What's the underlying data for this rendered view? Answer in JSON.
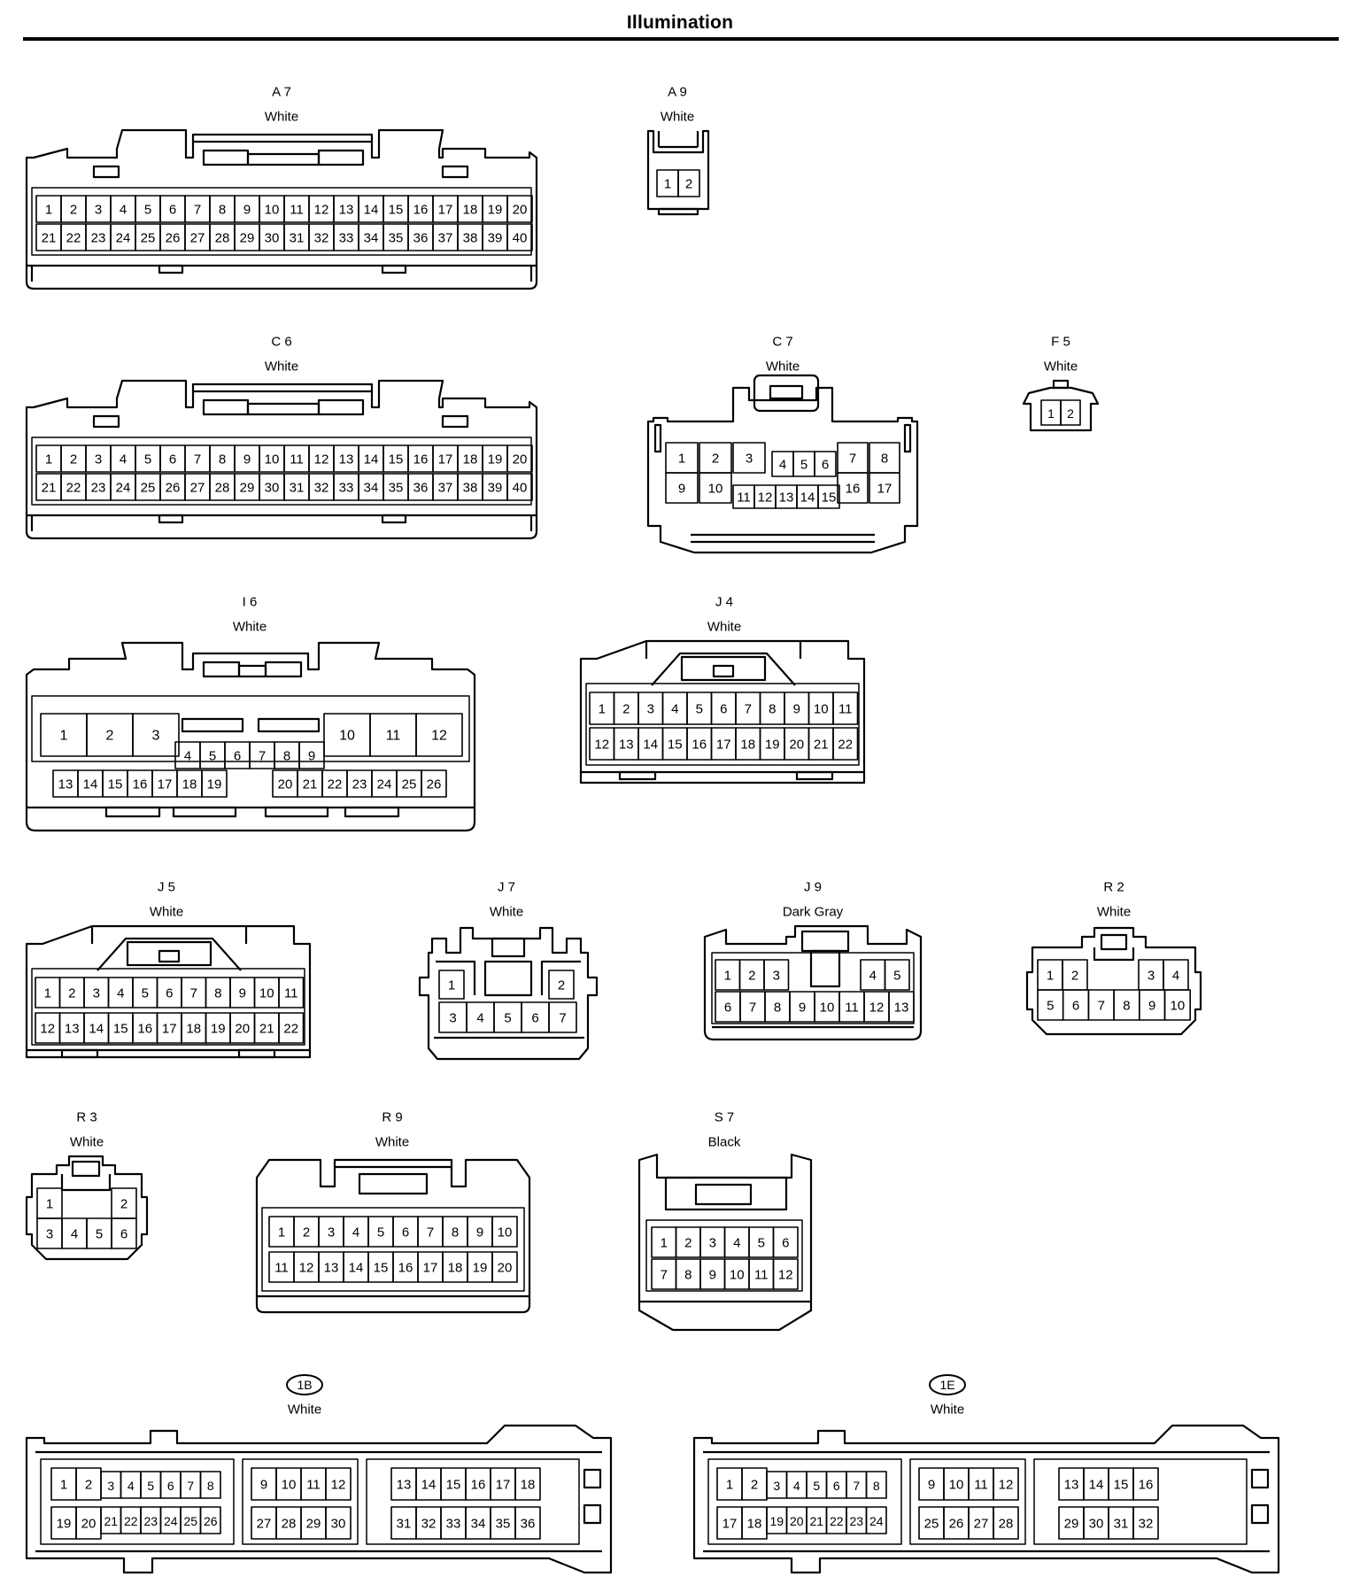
{
  "title": "Illumination",
  "connectors": [
    {
      "id": "A7",
      "label": "A 7",
      "color": "White",
      "rows": [
        [
          "1",
          "2",
          "3",
          "4",
          "5",
          "6",
          "7",
          "8",
          "9",
          "10",
          "11",
          "12",
          "13",
          "14",
          "15",
          "16",
          "17",
          "18",
          "19",
          "20"
        ],
        [
          "21",
          "22",
          "23",
          "24",
          "25",
          "26",
          "27",
          "28",
          "29",
          "30",
          "31",
          "32",
          "33",
          "34",
          "35",
          "36",
          "37",
          "38",
          "39",
          "40"
        ]
      ]
    },
    {
      "id": "A9",
      "label": "A 9",
      "color": "White",
      "rows": [
        [
          "1",
          "2"
        ]
      ]
    },
    {
      "id": "C6",
      "label": "C 6",
      "color": "White",
      "rows": [
        [
          "1",
          "2",
          "3",
          "4",
          "5",
          "6",
          "7",
          "8",
          "9",
          "10",
          "11",
          "12",
          "13",
          "14",
          "15",
          "16",
          "17",
          "18",
          "19",
          "20"
        ],
        [
          "21",
          "22",
          "23",
          "24",
          "25",
          "26",
          "27",
          "28",
          "29",
          "30",
          "31",
          "32",
          "33",
          "34",
          "35",
          "36",
          "37",
          "38",
          "39",
          "40"
        ]
      ]
    },
    {
      "id": "C7",
      "label": "C 7",
      "color": "White",
      "rows": [
        [
          "1",
          "2",
          "3",
          "4",
          "5",
          "6",
          "7",
          "8"
        ],
        [
          "9",
          "10",
          "11",
          "12",
          "13",
          "14",
          "15",
          "16",
          "17"
        ]
      ]
    },
    {
      "id": "F5",
      "label": "F 5",
      "color": "White",
      "rows": [
        [
          "1",
          "2"
        ]
      ]
    },
    {
      "id": "I6",
      "label": "I 6",
      "color": "White",
      "rows": [
        [
          "1",
          "2",
          "3",
          "10",
          "11",
          "12"
        ],
        [
          "4",
          "5",
          "6",
          "7",
          "8",
          "9"
        ],
        [
          "13",
          "14",
          "15",
          "16",
          "17",
          "18",
          "19",
          "20",
          "21",
          "22",
          "23",
          "24",
          "25",
          "26"
        ]
      ]
    },
    {
      "id": "J4",
      "label": "J 4",
      "color": "White",
      "rows": [
        [
          "1",
          "2",
          "3",
          "4",
          "5",
          "6",
          "7",
          "8",
          "9",
          "10",
          "11"
        ],
        [
          "12",
          "13",
          "14",
          "15",
          "16",
          "17",
          "18",
          "19",
          "20",
          "21",
          "22"
        ]
      ]
    },
    {
      "id": "J5",
      "label": "J 5",
      "color": "White",
      "rows": [
        [
          "1",
          "2",
          "3",
          "4",
          "5",
          "6",
          "7",
          "8",
          "9",
          "10",
          "11"
        ],
        [
          "12",
          "13",
          "14",
          "15",
          "16",
          "17",
          "18",
          "19",
          "20",
          "21",
          "22"
        ]
      ]
    },
    {
      "id": "J7",
      "label": "J 7",
      "color": "White",
      "rows": [
        [
          "1",
          "2"
        ],
        [
          "3",
          "4",
          "5",
          "6",
          "7"
        ]
      ]
    },
    {
      "id": "J9",
      "label": "J 9",
      "color": "Dark Gray",
      "rows": [
        [
          "1",
          "2",
          "3",
          "4",
          "5"
        ],
        [
          "6",
          "7",
          "8",
          "9",
          "10",
          "11",
          "12",
          "13"
        ]
      ]
    },
    {
      "id": "R2",
      "label": "R 2",
      "color": "White",
      "rows": [
        [
          "1",
          "2",
          "3",
          "4"
        ],
        [
          "5",
          "6",
          "7",
          "8",
          "9",
          "10"
        ]
      ]
    },
    {
      "id": "R3",
      "label": "R 3",
      "color": "White",
      "rows": [
        [
          "1",
          "2"
        ],
        [
          "3",
          "4",
          "5",
          "6"
        ]
      ]
    },
    {
      "id": "R9",
      "label": "R 9",
      "color": "White",
      "rows": [
        [
          "1",
          "2",
          "3",
          "4",
          "5",
          "6",
          "7",
          "8",
          "9",
          "10"
        ],
        [
          "11",
          "12",
          "13",
          "14",
          "15",
          "16",
          "17",
          "18",
          "19",
          "20"
        ]
      ]
    },
    {
      "id": "S7",
      "label": "S 7",
      "color": "Black",
      "rows": [
        [
          "1",
          "2",
          "3",
          "4",
          "5",
          "6"
        ],
        [
          "7",
          "8",
          "9",
          "10",
          "11",
          "12"
        ]
      ]
    },
    {
      "id": "1B",
      "label": "1B",
      "color": "White",
      "rows": [
        [
          "1",
          "2",
          "3",
          "4",
          "5",
          "6",
          "7",
          "8",
          "9",
          "10",
          "11",
          "12",
          "13",
          "14",
          "15",
          "16",
          "17",
          "18"
        ],
        [
          "19",
          "20",
          "21",
          "22",
          "23",
          "24",
          "25",
          "26",
          "27",
          "28",
          "29",
          "30",
          "31",
          "32",
          "33",
          "34",
          "35",
          "36"
        ]
      ]
    },
    {
      "id": "1E",
      "label": "1E",
      "color": "White",
      "rows": [
        [
          "1",
          "2",
          "3",
          "4",
          "5",
          "6",
          "7",
          "8",
          "9",
          "10",
          "11",
          "12",
          "13",
          "14",
          "15",
          "16"
        ],
        [
          "17",
          "18",
          "19",
          "20",
          "21",
          "22",
          "23",
          "24",
          "25",
          "26",
          "27",
          "28",
          "29",
          "30",
          "31",
          "32"
        ]
      ]
    }
  ]
}
